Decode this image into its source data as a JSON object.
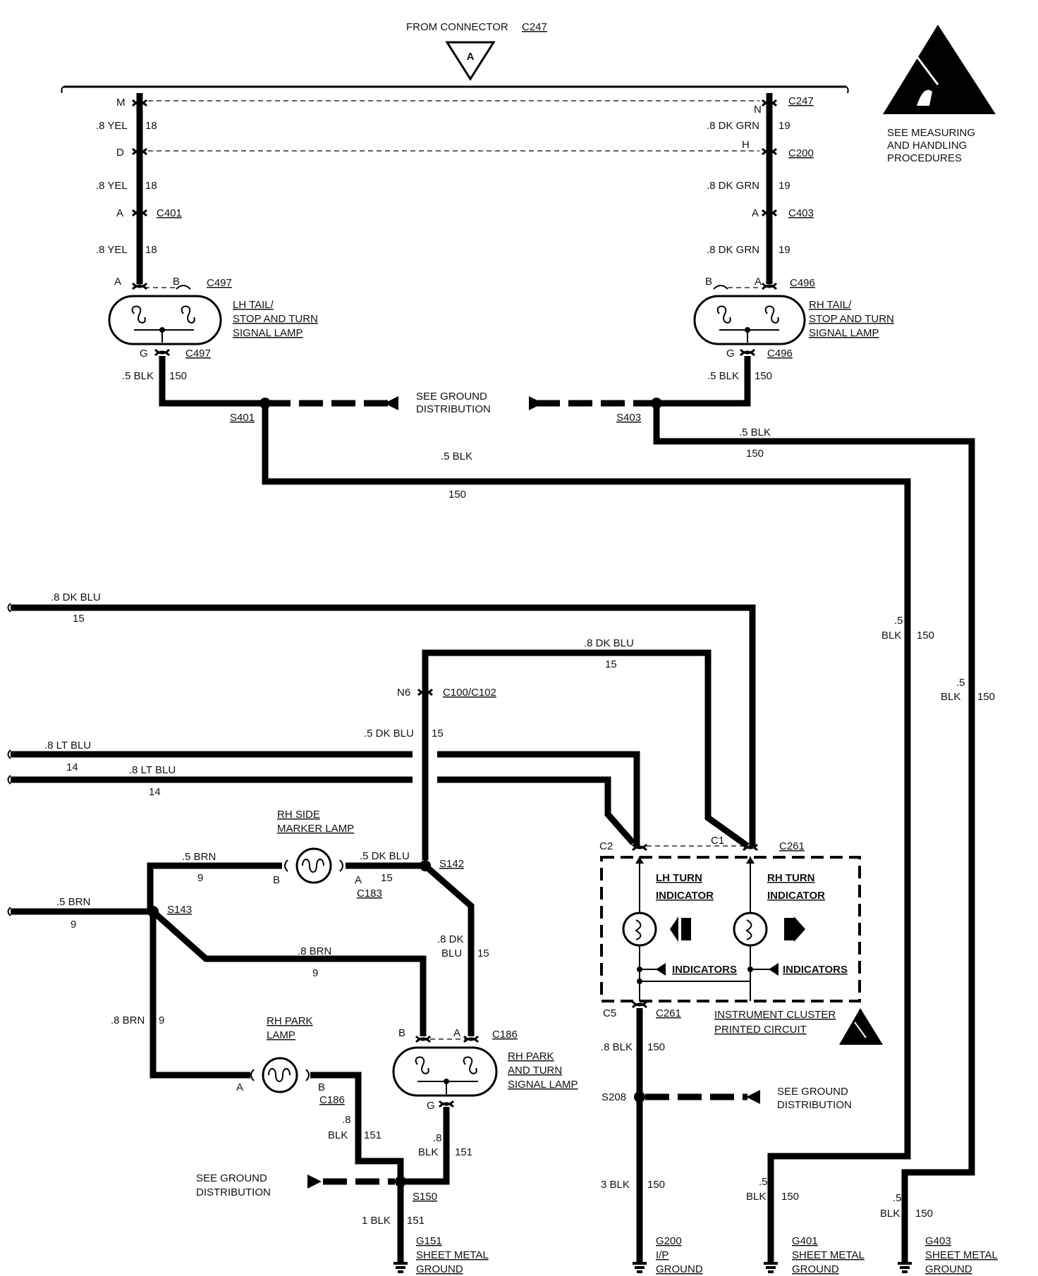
{
  "header": {
    "from_connector": "FROM CONNECTOR",
    "from_connector_id": "C247",
    "triangle_label": "A"
  },
  "esd_note": [
    "SEE MEASURING",
    "AND HANDLING",
    "PROCEDURES"
  ],
  "lh_column": {
    "pin_m": "M",
    "pin_d": "D",
    "pin_a1": "A",
    "pin_a2": "A",
    "pin_b": "B",
    "pin_g": "G",
    "wire1": ".8 YEL",
    "wire2": ".8 YEL",
    "wire3": ".8 YEL",
    "circuit": "18",
    "c401": "C401",
    "c497_top": "C497",
    "c497_bot": "C497",
    "lamp": [
      "LH TAIL/",
      "STOP AND TURN",
      "SIGNAL LAMP"
    ],
    "gnd_wire": ".5 BLK",
    "gnd_circuit": "150"
  },
  "rh_column": {
    "pin_n": "N",
    "pin_h": "H",
    "pin_a1": "A",
    "pin_a2": "A",
    "pin_b": "B",
    "pin_g": "G",
    "wire1": ".8 DK GRN",
    "wire2": ".8 DK GRN",
    "wire3": ".8 DK GRN",
    "circuit": "19",
    "c247": "C247",
    "c200": "C200",
    "c403": "C403",
    "c496_top": "C496",
    "c496_bot": "C496",
    "lamp": [
      "RH TAIL/",
      "STOP AND TURN",
      "SIGNAL LAMP"
    ],
    "gnd_wire": ".5 BLK",
    "gnd_circuit": "150"
  },
  "rear_ground": {
    "see": [
      "SEE GROUND",
      "DISTRIBUTION"
    ],
    "s401": "S401",
    "s403": "S403",
    "s401_wire": ".5 BLK",
    "s401_circuit": "150",
    "s403_wire": ".5 BLK",
    "s403_circuit": "150",
    "v1_gauge": ".5",
    "v1_color": "BLK",
    "v1_circuit": "150",
    "v2_gauge": ".5",
    "v2_color": "BLK",
    "v2_circuit": "150"
  },
  "front": {
    "dkblu_in": ".8 DK BLU",
    "dkblu_in_circuit": "15",
    "dkblu_loop": ".8 DK BLU",
    "dkblu_loop_circuit": "15",
    "n6": "N6",
    "c100": "C100/C102",
    "dkblu_v": ".5 DK BLU",
    "dkblu_v_circuit": "15",
    "ltblu1": ".8 LT BLU",
    "ltblu1_circuit": "14",
    "ltblu2": ".8 LT BLU",
    "ltblu2_circuit": "14",
    "side_marker": [
      "RH SIDE",
      "MARKER LAMP"
    ],
    "brn_top": ".5 BRN",
    "brn_top_circuit": "9",
    "pin_b_side": "B",
    "pin_a_side": "A",
    "c183": "C183",
    "dkblu_side": ".5 DK BLU",
    "dkblu_side_circuit": "15",
    "s142": "S142",
    "brn_in": ".5 BRN",
    "brn_in_circuit": "9",
    "s143": "S143",
    "brn_mid": ".8 BRN",
    "brn_mid_circuit": "9",
    "dkblu_diag_1": ".8 DK",
    "dkblu_diag_2": "BLU",
    "dkblu_diag_circuit": "15",
    "brn_left": ".8 BRN",
    "brn_left_circuit": "9",
    "park_lamp": [
      "RH PARK",
      "LAMP"
    ],
    "pin_a_park": "A",
    "pin_b_park": "B",
    "c186_park": "C186",
    "pin_b_turn": "B",
    "pin_a_turn": "A",
    "c186_turn": "C186",
    "park_turn_lamp": [
      "RH PARK",
      "AND TURN",
      "SIGNAL LAMP"
    ],
    "pin_g_turn": "G",
    "blk_left_gauge": ".8",
    "blk_left_color": "BLK",
    "blk_left_circuit": "151",
    "blk_right_gauge": ".8",
    "blk_right_color": "BLK",
    "blk_right_circuit": "151",
    "see_ground": [
      "SEE GROUND",
      "DISTRIBUTION"
    ],
    "s150": "S150",
    "blk_1": "1 BLK",
    "blk_1_circuit": "151",
    "g151": [
      "G151",
      "SHEET METAL",
      "GROUND"
    ]
  },
  "cluster": {
    "c2": "C2",
    "c1": "C1",
    "c261_top": "C261",
    "lh_indicator": [
      "LH TURN",
      "INDICATOR"
    ],
    "rh_indicator": [
      "RH TURN",
      "INDICATOR"
    ],
    "indicators_1": "INDICATORS",
    "indicators_2": "INDICATORS",
    "c5": "C5",
    "c261_bot": "C261",
    "title": [
      "INSTRUMENT CLUSTER",
      "PRINTED CIRCUIT"
    ],
    "blk_wire": ".8 BLK",
    "blk_circuit": "150",
    "s208": "S208",
    "see_ground": [
      "SEE GROUND",
      "DISTRIBUTION"
    ],
    "blk3": "3 BLK",
    "blk3_circuit": "150",
    "g200": [
      "G200",
      "I/P",
      "GROUND"
    ]
  },
  "grounds": {
    "g401_gauge": ".5",
    "g401_color": "BLK",
    "g401_circuit": "150",
    "g401": [
      "G401",
      "SHEET METAL",
      "GROUND"
    ],
    "g403_gauge": ".5",
    "g403_color": "BLK",
    "g403_circuit": "150",
    "g403": [
      "G403",
      "SHEET METAL",
      "GROUND"
    ]
  }
}
